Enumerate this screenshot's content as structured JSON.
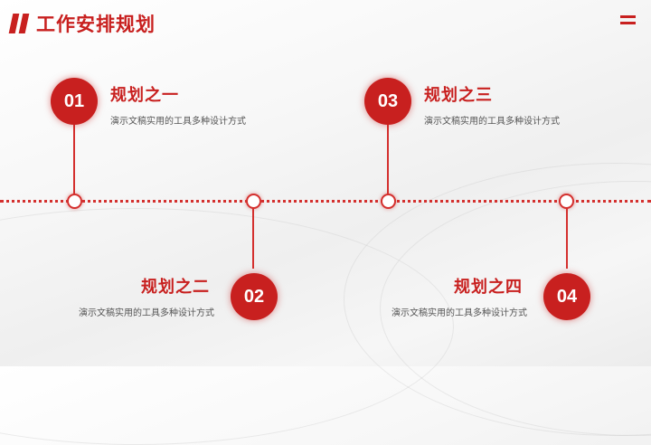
{
  "header": {
    "title": "工作安排规划"
  },
  "colors": {
    "accent": "#c8201f",
    "line": "#d4302e",
    "text": "#555555"
  },
  "items": [
    {
      "num": "01",
      "title": "规划之一",
      "desc": "演示文稿实用的工具多种设计方式"
    },
    {
      "num": "02",
      "title": "规划之二",
      "desc": "演示文稿实用的工具多种设计方式"
    },
    {
      "num": "03",
      "title": "规划之三",
      "desc": "演示文稿实用的工具多种设计方式"
    },
    {
      "num": "04",
      "title": "规划之四",
      "desc": "演示文稿实用的工具多种设计方式"
    }
  ]
}
